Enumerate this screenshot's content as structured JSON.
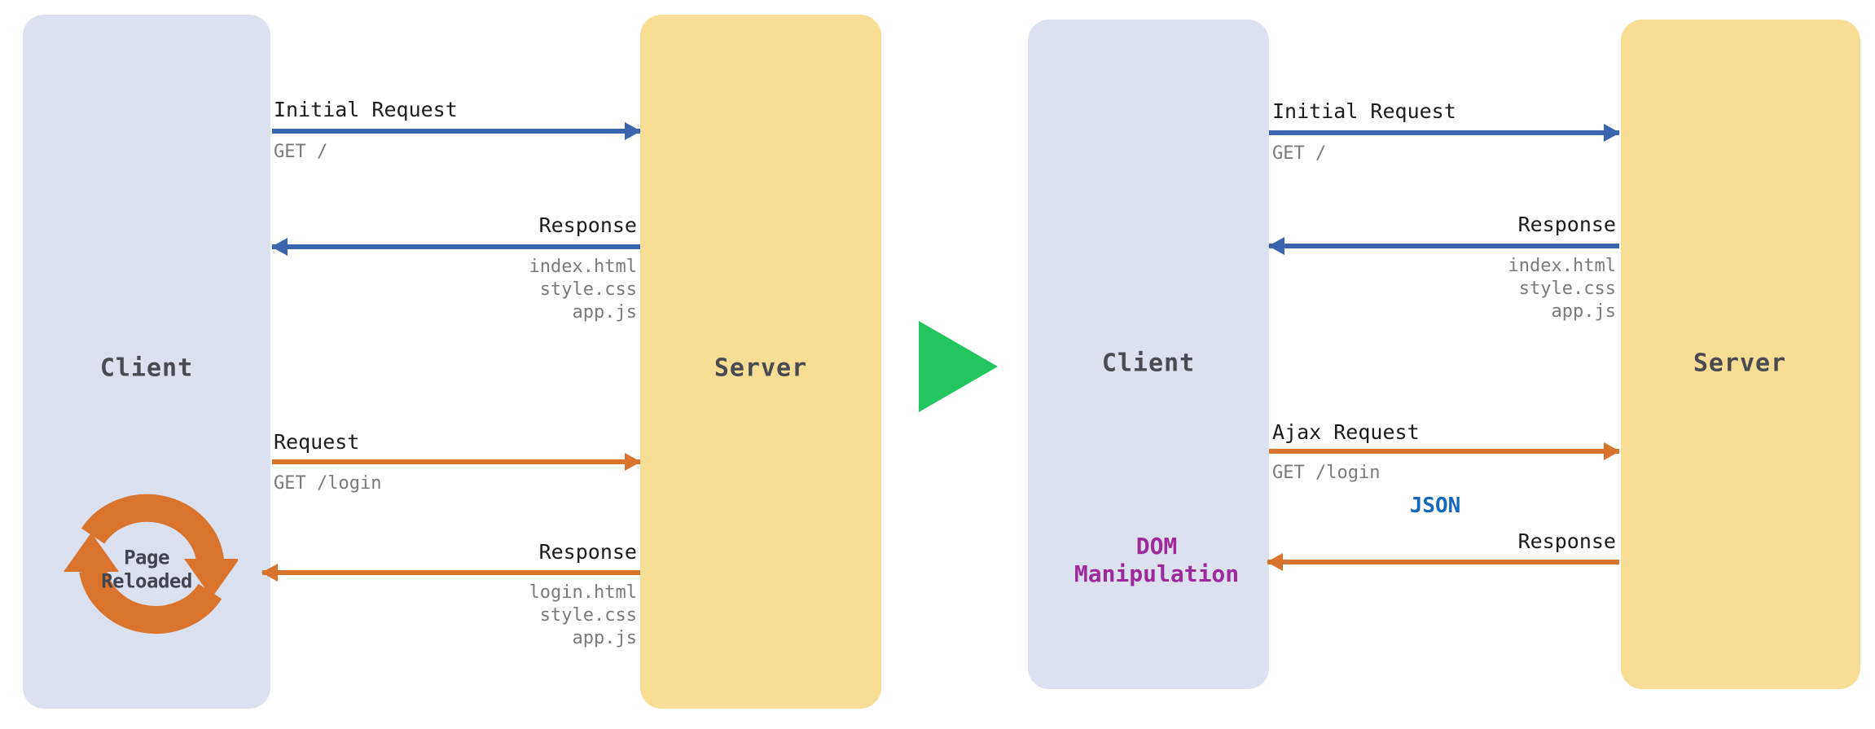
{
  "diagram": {
    "title": "Traditional page-reload flow vs. Ajax flow",
    "colors": {
      "client_box": "#dce1ef",
      "server_box": "#f8dd95",
      "blue_arrow": "#3a64ad",
      "orange_arrow": "#d9742f",
      "json_text": "#1668b8",
      "dom_text": "#9c2a9c",
      "transition_triangle": "#22c55e",
      "actor_label": "#494b50",
      "detail_text": "#7a7a7a"
    }
  },
  "left_panel": {
    "client_label": "Client",
    "server_label": "Server",
    "messages": [
      {
        "title": "Initial Request",
        "detail": "GET /",
        "direction": "client-to-server",
        "color": "blue"
      },
      {
        "title": "Response",
        "detail": "index.html\nstyle.css\napp.js",
        "direction": "server-to-client",
        "color": "blue"
      },
      {
        "title": "Request",
        "detail": "GET /login",
        "direction": "client-to-server",
        "color": "orange"
      },
      {
        "title": "Response",
        "detail": "login.html\nstyle.css\napp.js",
        "direction": "server-to-client",
        "color": "orange"
      }
    ],
    "annotation": {
      "reload_label": "Page\nReloaded",
      "icon": "refresh-circular-arrows"
    }
  },
  "transition": {
    "icon": "play-triangle-right"
  },
  "right_panel": {
    "client_label": "Client",
    "server_label": "Server",
    "messages": [
      {
        "title": "Initial Request",
        "detail": "GET /",
        "direction": "client-to-server",
        "color": "blue"
      },
      {
        "title": "Response",
        "detail": "index.html\nstyle.css\napp.js",
        "direction": "server-to-client",
        "color": "blue"
      },
      {
        "title": "Ajax Request",
        "detail": "GET /login",
        "direction": "client-to-server",
        "color": "orange"
      },
      {
        "title": "Response",
        "detail": "",
        "direction": "server-to-client",
        "color": "orange"
      }
    ],
    "annotations": {
      "json_label": "JSON",
      "dom_label": "DOM\nManipulation"
    }
  }
}
